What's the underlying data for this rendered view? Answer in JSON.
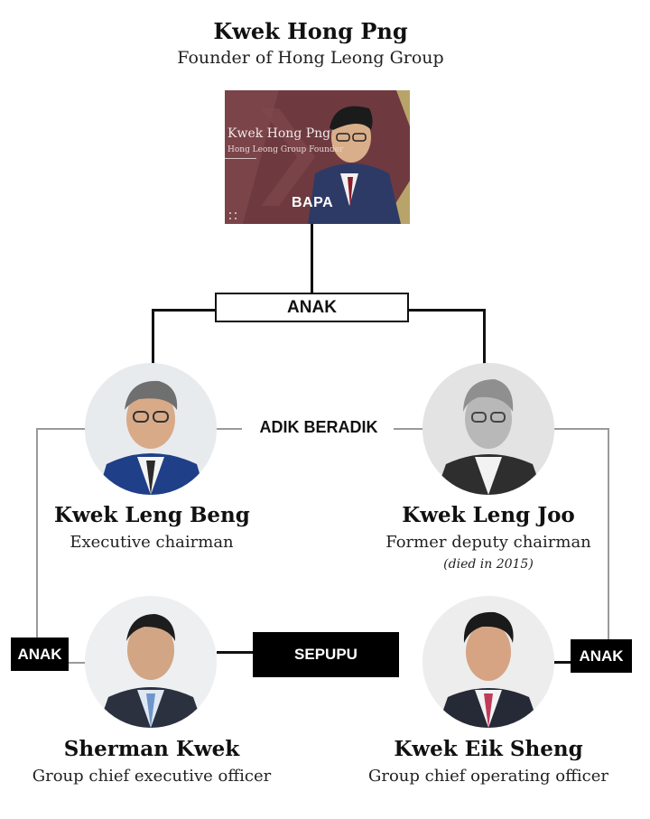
{
  "founder": {
    "name": "Kwek Hong Png",
    "role": "Founder of Hong Leong Group",
    "photo_caption_name": "Kwek Hong Png",
    "photo_caption_sub": "Hong Leong Group Founder",
    "photo_label": "BAPA"
  },
  "labels": {
    "children": "ANAK",
    "siblings": "ADIK BERADIK",
    "cousins": "SEPUPU",
    "left_child": "ANAK",
    "right_child": "ANAK"
  },
  "people": {
    "leng_beng": {
      "name": "Kwek Leng Beng",
      "role": "Executive chairman"
    },
    "leng_joo": {
      "name": "Kwek Leng Joo",
      "role": "Former deputy chairman",
      "note": "(died in 2015)"
    },
    "sherman": {
      "name": "Sherman Kwek",
      "role": "Group chief executive officer"
    },
    "eik_sheng": {
      "name": "Kwek Eik Sheng",
      "role": "Group chief operating officer"
    }
  },
  "colors": {
    "photo_background": "#6e3a3f",
    "accent_gold": "#b8a46a",
    "label_box": "#000000"
  }
}
